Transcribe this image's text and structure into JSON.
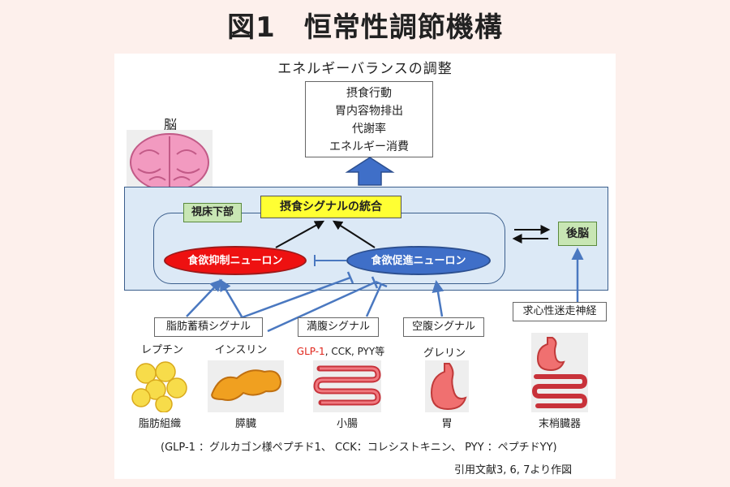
{
  "title": "図1　恒常性調節機構",
  "subtitle": "エネルギーバランスの調整",
  "behaviors": [
    "摂食行動",
    "胃内容物排出",
    "代謝率",
    "エネルギー消費"
  ],
  "brain_label": "脳",
  "hypothalamus": "視床下部",
  "integration": "摂食シグナルの統合",
  "anorexigenic": "食欲抑制ニューロン",
  "orexigenic": "食欲促進ニューロン",
  "hindbrain": "後脳",
  "vagus": "求心性迷走神経",
  "signals": {
    "fat": "脂肪蓄積シグナル",
    "satiety": "満腹シグナル",
    "hunger": "空腹シグナル"
  },
  "hormones": {
    "leptin": "レプチン",
    "insulin": "インスリン",
    "glp1": "GLP-1",
    "satiety_rest": ", CCK, PYY等",
    "ghrelin": "グレリン"
  },
  "organs": {
    "adipose": "脂肪組織",
    "pancreas": "膵臓",
    "intestine": "小腸",
    "stomach": "胃",
    "peripheral": "末梢臓器"
  },
  "note": "(GLP-1 ：グルカゴン様ペプチド1、 CCK：コレシストキニン、 PYY ：ペプチドYY)",
  "citation": "引用文献3, 6, 7より作図",
  "colors": {
    "anorexigenic": "#ee1111",
    "orexigenic": "#3f6fc8",
    "arrow": "#4a78c0",
    "integration": "#ffff33",
    "green_box": "#c8e6b4"
  }
}
